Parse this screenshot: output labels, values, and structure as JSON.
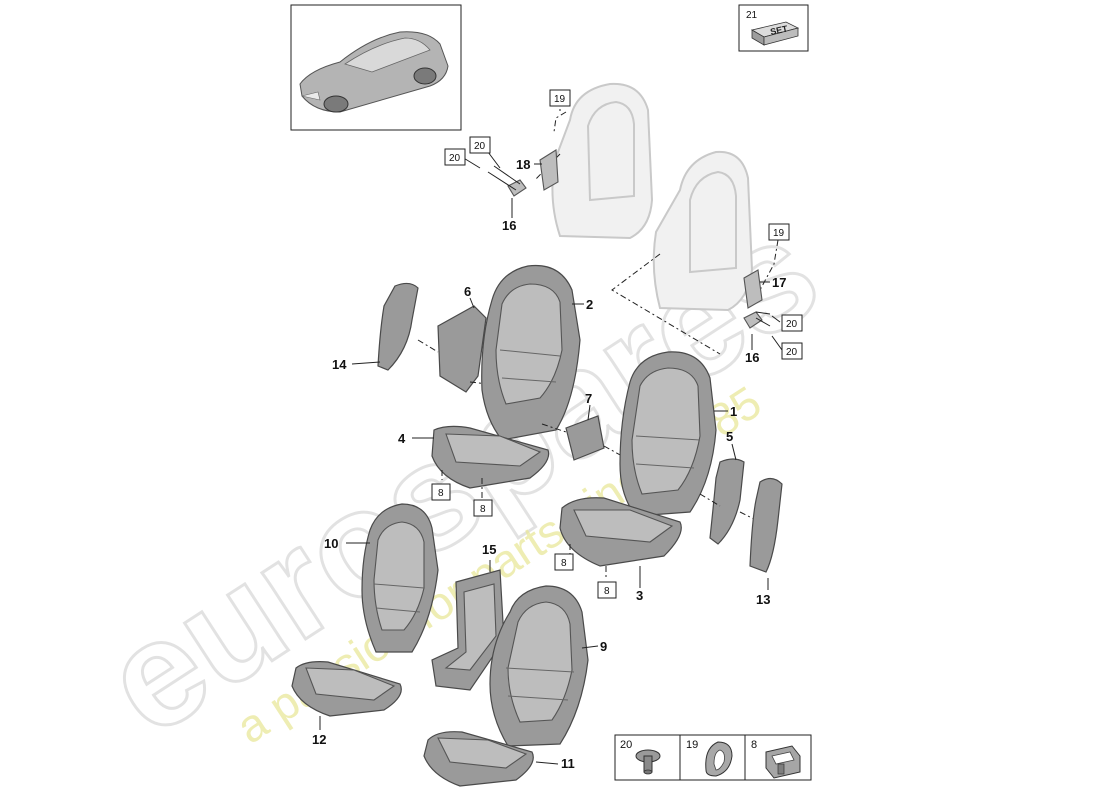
{
  "watermark": {
    "logo": "eurospares",
    "tagline": "a passion for parts since 1985"
  },
  "set_badge": {
    "number": "21",
    "label": "SET"
  },
  "callouts": {
    "p1": "1",
    "p2": "2",
    "p3": "3",
    "p4": "4",
    "p5": "5",
    "p6": "6",
    "p7": "7",
    "p9": "9",
    "p10": "10",
    "p11": "11",
    "p12": "12",
    "p13": "13",
    "p14": "14",
    "p15": "15",
    "p16a": "16",
    "p16b": "16",
    "p17": "17",
    "p18": "18"
  },
  "boxed_refs": {
    "r19a": "19",
    "r19b": "19",
    "r20a": "20",
    "r20b": "20",
    "r20c": "20",
    "r20d": "20",
    "r8a": "8",
    "r8b": "8",
    "r8c": "8",
    "r8d": "8"
  },
  "legend": {
    "items": [
      {
        "number": "20",
        "icon": "bolt-icon"
      },
      {
        "number": "19",
        "icon": "clip-ring-icon"
      },
      {
        "number": "8",
        "icon": "clip-bracket-icon"
      }
    ]
  }
}
